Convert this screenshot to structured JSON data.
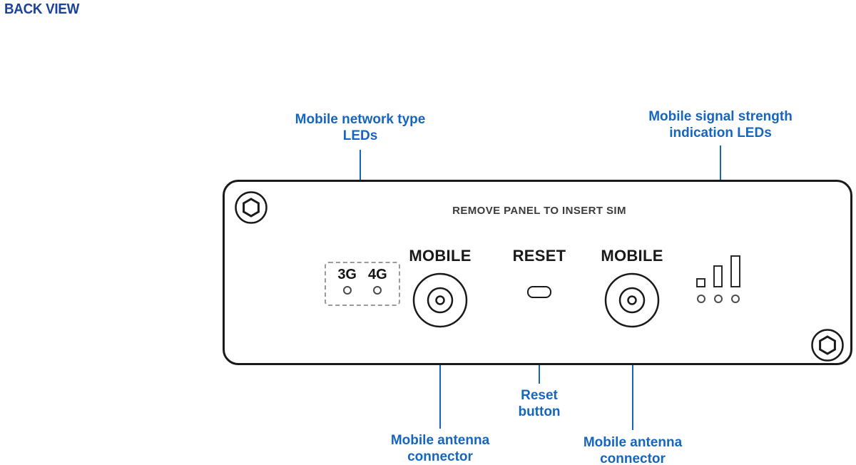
{
  "page": {
    "title": "BACK VIEW"
  },
  "colors": {
    "accent_blue": "#1666BF",
    "title_blue": "#1A429B",
    "outline_dark": "#1A1A1A",
    "panel_text": "#3B3B3B"
  },
  "callouts": {
    "network_leds": {
      "line1": "Mobile network type",
      "line2": "LEDs"
    },
    "signal_leds": {
      "line1": "Mobile signal strength",
      "line2": "indication LEDs"
    },
    "reset_button": {
      "line1": "Reset",
      "line2": "button"
    },
    "antenna_left": {
      "line1": "Mobile antenna",
      "line2": "connector"
    },
    "antenna_right": {
      "line1": "Mobile antenna",
      "line2": "connector"
    }
  },
  "panel": {
    "header": "REMOVE PANEL TO INSERT SIM",
    "led_3g": "3G",
    "led_4g": "4G",
    "mobile_left_label": "MOBILE",
    "reset_label": "RESET",
    "mobile_right_label": "MOBILE"
  },
  "icons": {
    "screws": "hex-screw-icon",
    "antenna_connectors": "antenna-connector-icon",
    "network_leds": "led-dot-icon",
    "signal_bars": "signal-bar-icon",
    "signal_leds": "signal-led-dot-icon"
  }
}
